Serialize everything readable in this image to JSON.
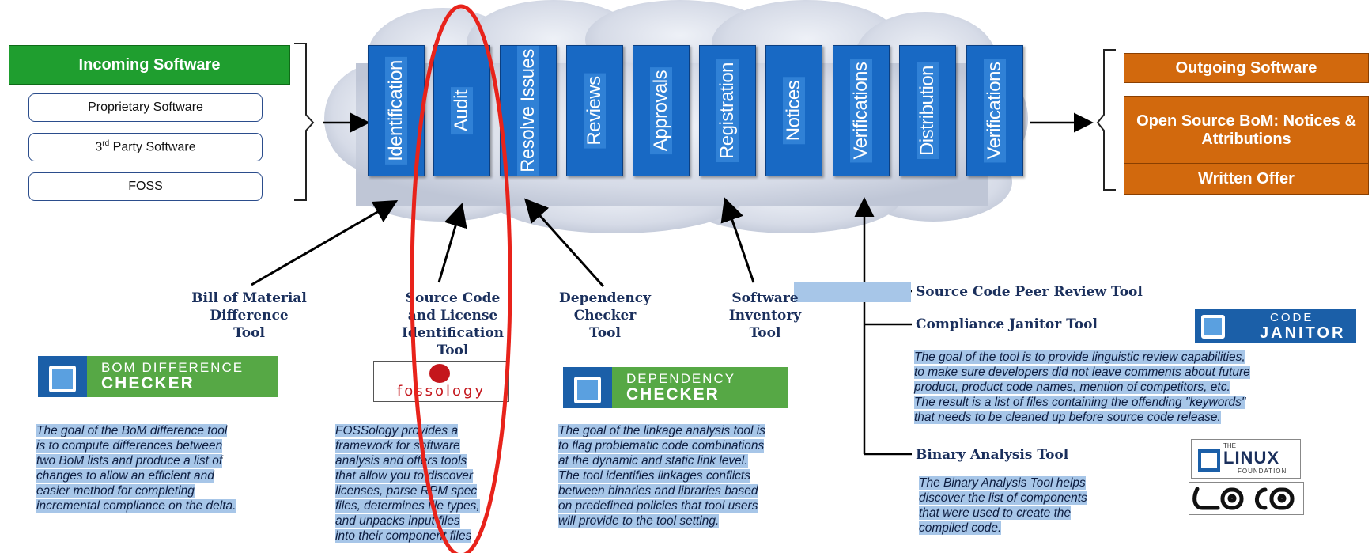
{
  "colors": {
    "incoming": "#1f9e2f",
    "outgoing": "#d2690d",
    "stage": "#1869c4",
    "highlight": "#a7c6e8",
    "annotation": "#e8231b"
  },
  "incoming": {
    "title": "Incoming Software",
    "items": [
      "Proprietary Software",
      "Party Software",
      "FOSS"
    ],
    "third_prefix": "3",
    "third_sup": "rd"
  },
  "stages": [
    "Identification",
    "Audit",
    "Resolve Issues",
    "Reviews",
    "Approvals",
    "Registration",
    "Notices",
    "Verifications",
    "Distribution",
    "Verifications"
  ],
  "outgoing": {
    "items": [
      "Outgoing Software",
      "Open Source BoM: Notices & Attributions",
      "Written Offer"
    ]
  },
  "tools": {
    "bom": {
      "title": [
        "Bill of Material",
        "Difference",
        "Tool"
      ],
      "logo_top": "BOM DIFFERENCE",
      "logo_bottom": "CHECKER",
      "description": [
        "The goal of the BoM difference tool",
        "is to compute differences between",
        "two BoM lists and produce a list of",
        "changes to allow an efficient and",
        "easier method for completing",
        "incremental compliance on the delta."
      ]
    },
    "source": {
      "title": [
        "Source Code",
        "and License",
        "Identification",
        "Tool"
      ],
      "logo_text": "fossology",
      "description": [
        "FOSSology provides a",
        "framework for software",
        "analysis and offers tools",
        "that allow you to discover",
        "licenses, parse RPM spec",
        "files, determines file types,",
        "and unpacks input files",
        "into their component files"
      ]
    },
    "dependency": {
      "title": [
        "Dependency",
        "Checker",
        "Tool"
      ],
      "logo_top": "DEPENDENCY",
      "logo_bottom": "CHECKER",
      "description": [
        "The goal of the linkage analysis tool is",
        "to flag problematic code combinations",
        "at the dynamic and static link level.",
        "The tool identifies linkages conflicts",
        "between binaries and libraries based",
        "on predefined policies that tool users",
        "will provide to the tool setting."
      ]
    },
    "inventory": {
      "title": [
        "Software",
        "Inventory",
        "Tool"
      ]
    },
    "peer_review": {
      "title": "Source Code Peer Review  Tool"
    },
    "janitor": {
      "title": "Compliance  Janitor  Tool",
      "logo_top": "CODE",
      "logo_bottom": "JANITOR",
      "description": [
        "The goal of the tool is to provide  linguistic review capabilities,",
        "to make sure developers did not leave comments about future",
        "product, product code names, mention of competitors, etc.",
        "The result is a list of files containing the offending \"keywords\"",
        "that needs to be cleaned up before source code release."
      ]
    },
    "binary": {
      "title": "Binary  Analysis Tool",
      "description": [
        "The Binary Analysis Tool helps",
        "discover the list of components",
        "that were used to create the",
        "compiled code."
      ]
    }
  },
  "linux_logo": {
    "small": "THE",
    "main": "LINUX",
    "sub": "FOUNDATION"
  },
  "loco_logo": "LOCO"
}
